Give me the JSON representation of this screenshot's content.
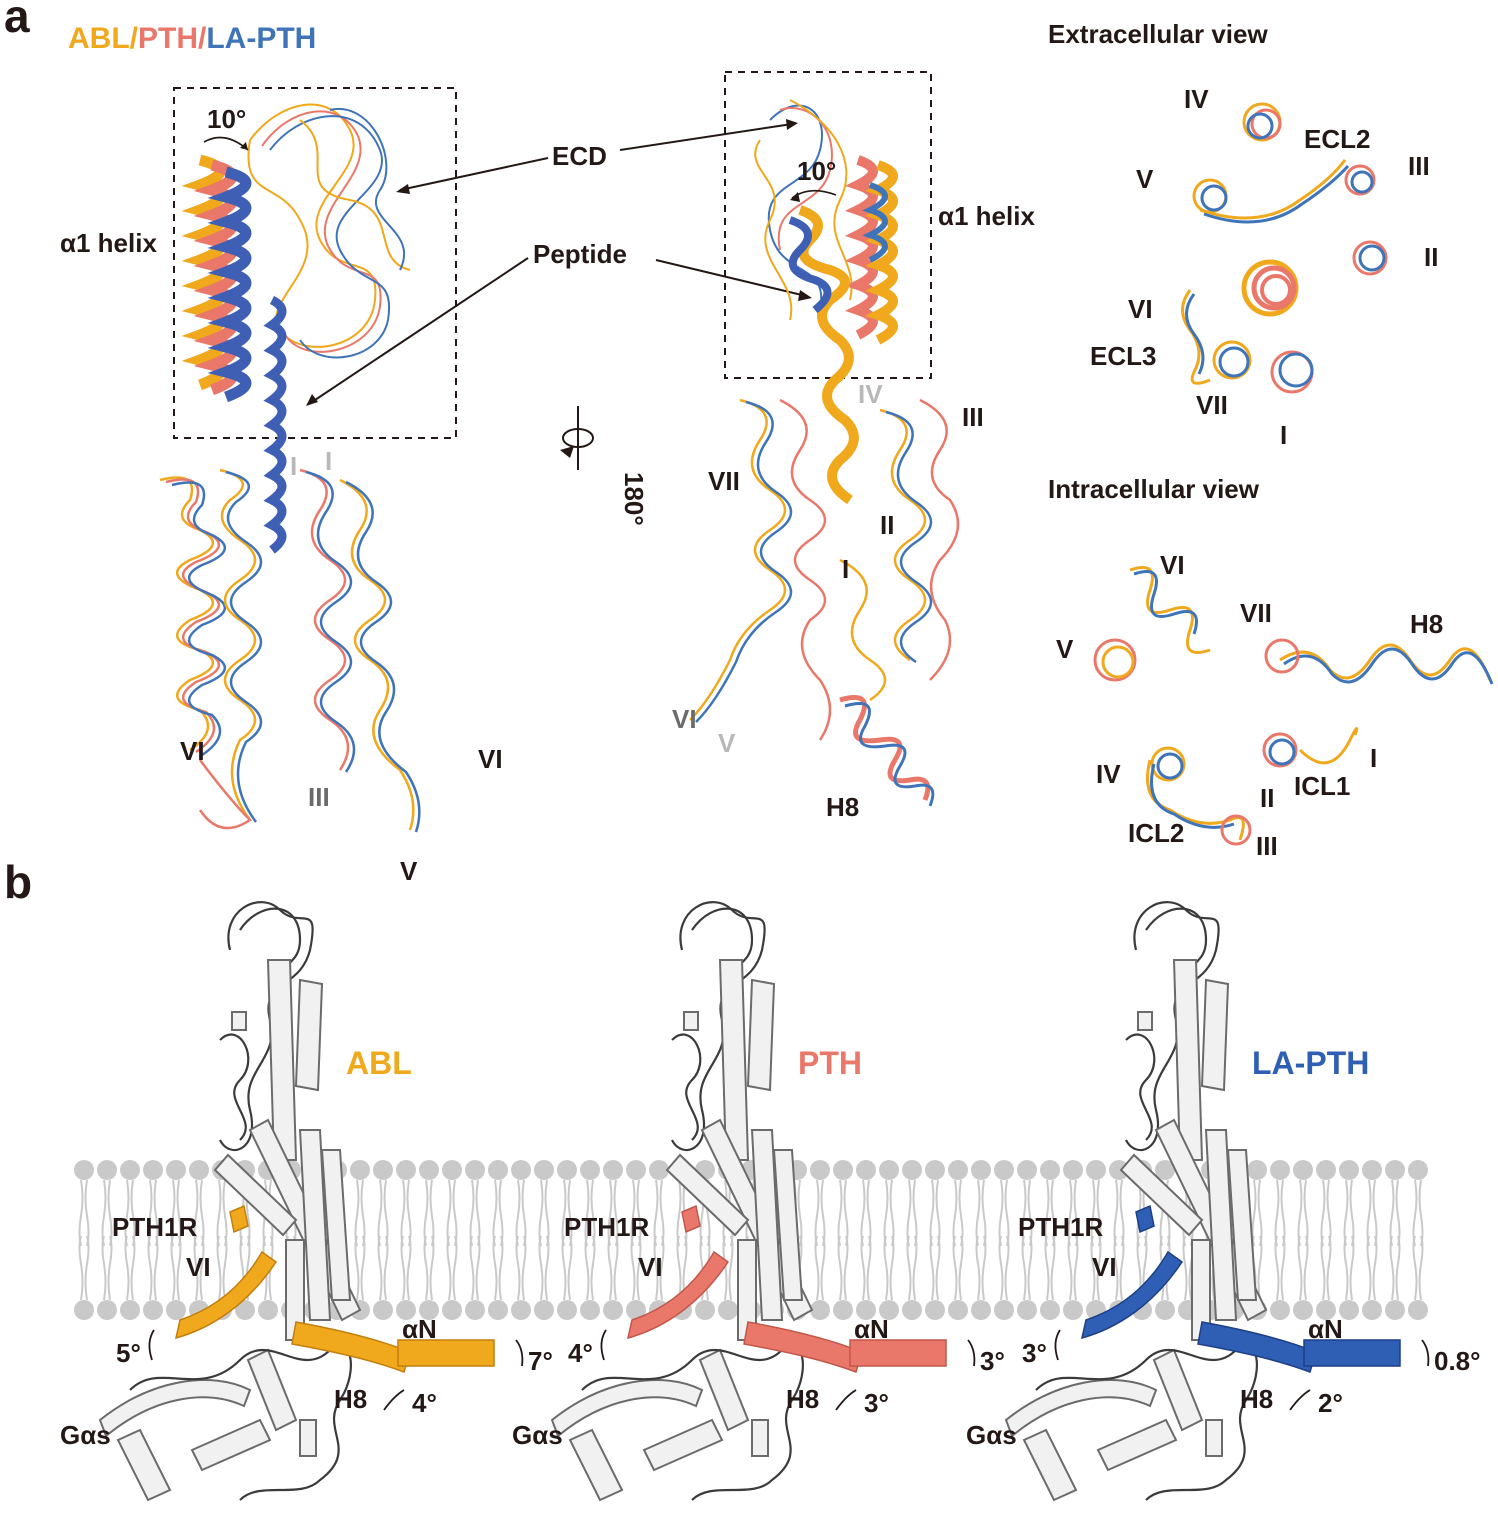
{
  "panel_a": {
    "letter": "a",
    "legend": {
      "abl": "ABL",
      "sep1": "/",
      "pth": "PTH",
      "sep2": "/",
      "la_pth": "LA-PTH"
    },
    "left_structure": {
      "angle": "10°",
      "alpha1": "α1 helix",
      "tm_labels": [
        "VI",
        "VI",
        "III",
        "V"
      ],
      "faded_I": "I",
      "faded_I2": "I"
    },
    "center_annotations": {
      "ecd": "ECD",
      "peptide": "Peptide",
      "rotation": "180°"
    },
    "right_structure": {
      "angle": "10°",
      "alpha1": "α1 helix",
      "labels": {
        "IV": "IV",
        "III": "III",
        "VII": "VII",
        "II": "II",
        "I": "I",
        "VI": "VI",
        "V": "V",
        "H8": "H8"
      }
    },
    "extracellular": {
      "title": "Extracellular view",
      "labels": {
        "IV": "IV",
        "ECL2": "ECL2",
        "III": "III",
        "V": "V",
        "II": "II",
        "VI": "VI",
        "ECL3": "ECL3",
        "VII": "VII",
        "I": "I"
      }
    },
    "intracellular": {
      "title": "Intracellular view",
      "labels": {
        "VI": "VI",
        "VII": "VII",
        "H8": "H8",
        "V": "V",
        "IV": "IV",
        "I": "I",
        "ICL1": "ICL1",
        "II": "II",
        "ICL2": "ICL2",
        "III": "III"
      }
    }
  },
  "panel_b": {
    "letter": "b",
    "complexes": [
      {
        "ligand": "ABL",
        "color": "#f0a81c",
        "receptor": "PTH1R",
        "tm6": "VI",
        "gas": "Gαs",
        "h8": "H8",
        "alphaN": "αN",
        "tm6_angle": "5°",
        "h8_angle": "4°",
        "alphaN_angle": "7°"
      },
      {
        "ligand": "PTH",
        "color": "#e9786a",
        "receptor": "PTH1R",
        "tm6": "VI",
        "gas": "Gαs",
        "h8": "H8",
        "alphaN": "αN",
        "tm6_angle": "4°",
        "h8_angle": "3°",
        "alphaN_angle": "3°"
      },
      {
        "ligand": "LA-PTH",
        "color": "#2f5fb5",
        "receptor": "PTH1R",
        "tm6": "VI",
        "gas": "Gαs",
        "h8": "H8",
        "alphaN": "αN",
        "tm6_angle": "3°",
        "h8_angle": "2°",
        "alphaN_angle": "0.8°"
      }
    ]
  },
  "colors": {
    "abl": "#f0a81c",
    "pth": "#e9786a",
    "la_pth": "#3f74b8",
    "text": "#231815",
    "membrane": "#c9c9c9"
  }
}
